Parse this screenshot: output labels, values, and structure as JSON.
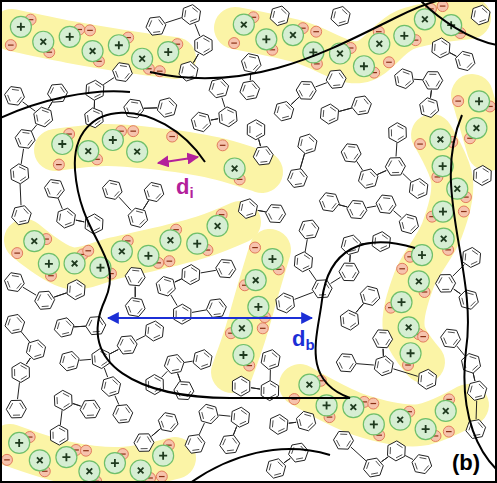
{
  "diagram": {
    "labels": [
      "d",
      "i",
      "d",
      "b",
      "(b)"
    ]
  }
}
